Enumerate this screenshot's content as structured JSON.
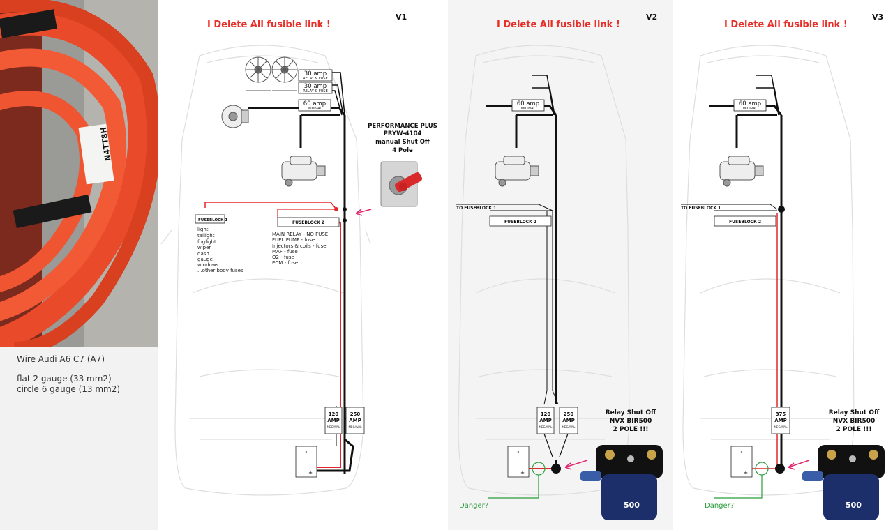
{
  "photo": {
    "caption_line1": "Wire Audi A6 C7 (A7)",
    "caption_line2": "flat 2 gauge (33 mm2)",
    "caption_line3": "circle 6 gauge (13 mm2)"
  },
  "headline": "I Delete All fusible link !",
  "v1": {
    "version": "V1",
    "fuse_30a_1": "30 amp",
    "fuse_30a_1_sub": "RELAY & FUSE",
    "fuse_30a_2": "30 amp",
    "fuse_30a_2_sub": "RELAY & FUSE",
    "fuse_60a": "60 amp",
    "fuse_60a_sub": "MIDIVAL",
    "switch_title_1": "PERFORMANCE PLUS",
    "switch_title_2": "PRYW-4104",
    "switch_title_3": "manual Shut Off",
    "switch_title_4": "4 Pole",
    "fuseblock1": "FUSEBLOCK 1",
    "fuseblock1_items": [
      "light",
      "tailight",
      "foglight",
      "wiper",
      "dash",
      "gauge",
      "windows",
      "...other body fuses"
    ],
    "fuseblock2": "FUSEBLOCK 2",
    "fuseblock2_items": [
      "MAIN RELAY - NO FUSE",
      "FUEL PUMP - fuse",
      "Injectors & coils - fuse",
      "MAF - fuse",
      "O2 - fuse",
      "ECM - fuse"
    ],
    "mega120_1": "120",
    "mega120_2": "AMP",
    "mega120_3": "MEGAVAL",
    "mega250_1": "250",
    "mega250_2": "AMP",
    "mega250_3": "MEGAVAL",
    "battery_minus": "-",
    "battery_plus": "+"
  },
  "v2": {
    "version": "V2",
    "fuse_60a": "60 amp",
    "fuse_60a_sub": "MIDIVAL",
    "to_fuseblock1": "TO FUSEBLOCK 1",
    "fuseblock2": "FUSEBLOCK 2",
    "mega120_1": "120",
    "mega120_2": "AMP",
    "mega120_3": "MEGAVAL",
    "mega250_1": "250",
    "mega250_2": "AMP",
    "mega250_3": "MEGAVAL",
    "relay_title_1": "Relay Shut Off",
    "relay_title_2": "NVX BIR500",
    "relay_title_3": "2 POLE !!!",
    "danger": "Danger?",
    "battery_minus": "-",
    "battery_plus": "+",
    "relay_face": "500"
  },
  "v3": {
    "version": "V3",
    "fuse_60a": "60 amp",
    "fuse_60a_sub": "MIDIVAL",
    "to_fuseblock1": "TO FUSEBLOCK 1",
    "fuseblock2": "FUSEBLOCK 2",
    "mega375_1": "375",
    "mega375_2": "AMP",
    "mega375_3": "MEGAVAL",
    "relay_title_1": "Relay Shut Off",
    "relay_title_2": "NVX BIR500",
    "relay_title_3": "2 POLE !!!",
    "danger": "Danger?",
    "battery_minus": "-",
    "battery_plus": "+",
    "relay_face": "500"
  },
  "colors": {
    "headline": "#e8302a",
    "positive_wire": "#e3262b",
    "main_wire": "#111111",
    "danger_wire": "#2b9e3b",
    "pointer_arrow": "#e0286e",
    "relay_body": "#1c2f6b"
  }
}
